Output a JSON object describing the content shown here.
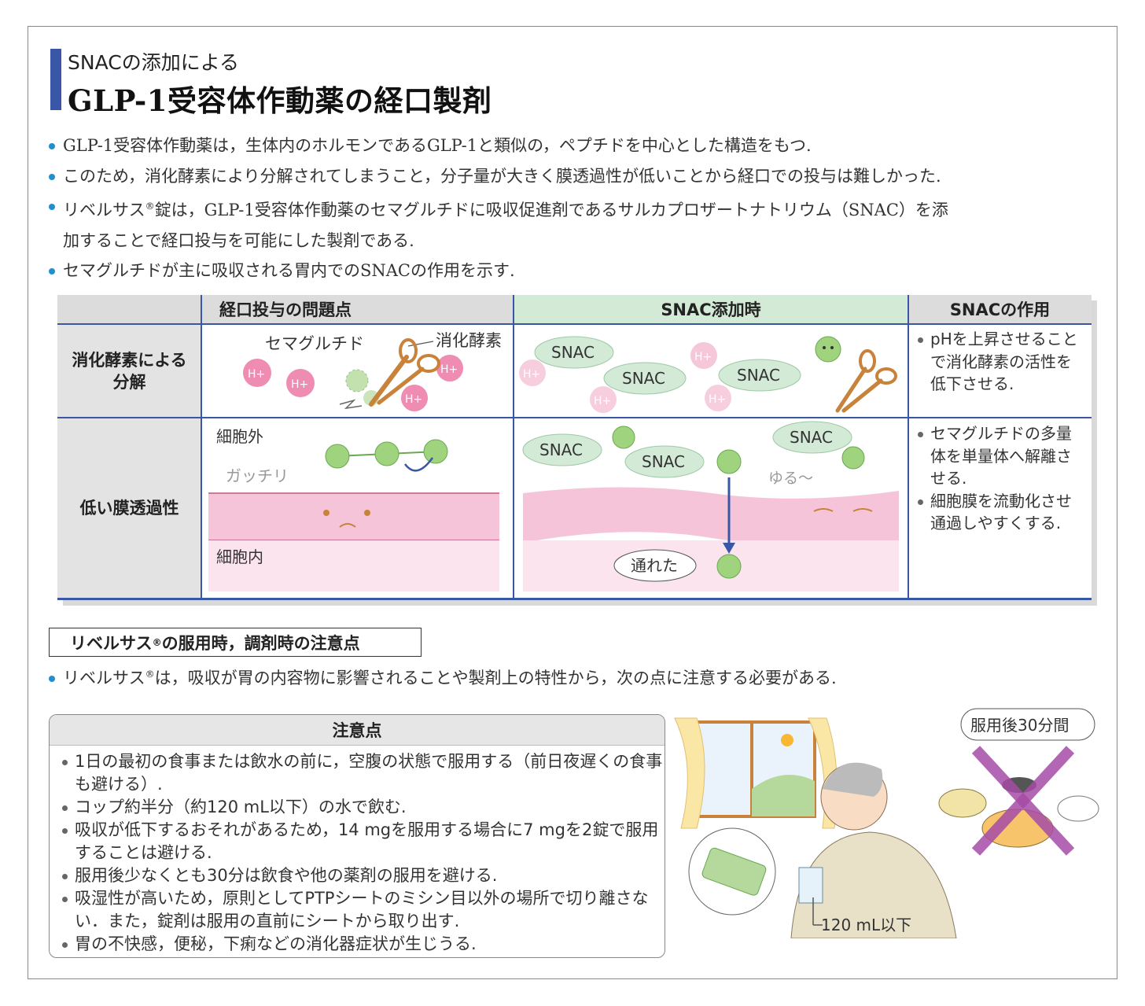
{
  "header": {
    "subtitle": "SNACの添加による",
    "title": "GLP-1受容体作動薬の経口製剤"
  },
  "intro_bullets": [
    {
      "text": "GLP-1受容体作動薬は，生体内のホルモンであるGLP-1と類似の，ペプチドを中心とした構造をもつ."
    },
    {
      "text": "このため，消化酵素により分解されてしまうこと，分子量が大きく膜透過性が低いことから経口での投与は難しかった."
    },
    {
      "pre": "リベルサス",
      "sup": "®",
      "text": "錠は，GLP-1受容体作動薬のセマグルチドに吸収促進剤であるサルカプロザートナトリウム（SNAC）を添",
      "cont": "加することで経口投与を可能にした製剤である."
    },
    {
      "text": "セマグルチドが主に吸収される胃内でのSNACの作用を示す."
    }
  ],
  "table": {
    "headers": [
      "経口投与の問題点",
      "SNAC添加時",
      "SNACの作用"
    ],
    "rows": [
      {
        "label_lines": [
          "消化酵素による",
          "分解"
        ],
        "problem_labels": {
          "drug": "セマグルチド",
          "enzyme": "消化酵素",
          "ion": "H+"
        },
        "snac_label": "SNAC",
        "effect": [
          "pHを上昇させることで消化酵素の活性を低下させる."
        ]
      },
      {
        "label_lines": [
          "低い膜透過性"
        ],
        "problem_labels": {
          "outside": "細胞外",
          "inside": "細胞内",
          "sound": "ガッチリ"
        },
        "snac_labels": {
          "sound": "ゆる～",
          "passed": "通れた"
        },
        "effect": [
          "セマグルチドの多量体を単量体へ解離させる.",
          "細胞膜を流動化させ通過しやすくする."
        ]
      }
    ]
  },
  "section2": {
    "title_pre": "リベルサス",
    "title_sup": "®",
    "title_post": "の服用時，調剤時の注意点",
    "line_pre": "リベルサス",
    "line_sup": "®",
    "line_post": "は，吸収が胃の内容物に影響されることや製剤上の特性から，次の点に注意する必要がある."
  },
  "caution": {
    "heading": "注意点",
    "items": [
      "1日の最初の食事または飲水の前に，空腹の状態で服用する（前日夜遅くの食事も避ける）.",
      "コップ約半分（約120 mL以下）の水で飲む.",
      "吸収が低下するおそれがあるため，14 mgを服用する場合に7 mgを2錠で服用することは避ける.",
      "服用後少なくとも30分は飲食や他の薬剤の服用を避ける.",
      "吸湿性が高いため，原則としてPTPシートのミシン目以外の場所で切り離さない．また，錠剤は服用の直前にシートから取り出す.",
      "胃の不快感，便秘，下痢などの消化器症状が生じうる."
    ]
  },
  "illustration": {
    "bubble": "服用後30分間",
    "water_label": "120 mL以下"
  },
  "colors": {
    "accent": "#3a56a6",
    "bullet": "#1f8fd0",
    "snac_green": "#d3ead7",
    "membrane_pink": "#f6c4d8",
    "ion_pink": "#ec7fa9",
    "cross": "#a64ca6"
  }
}
